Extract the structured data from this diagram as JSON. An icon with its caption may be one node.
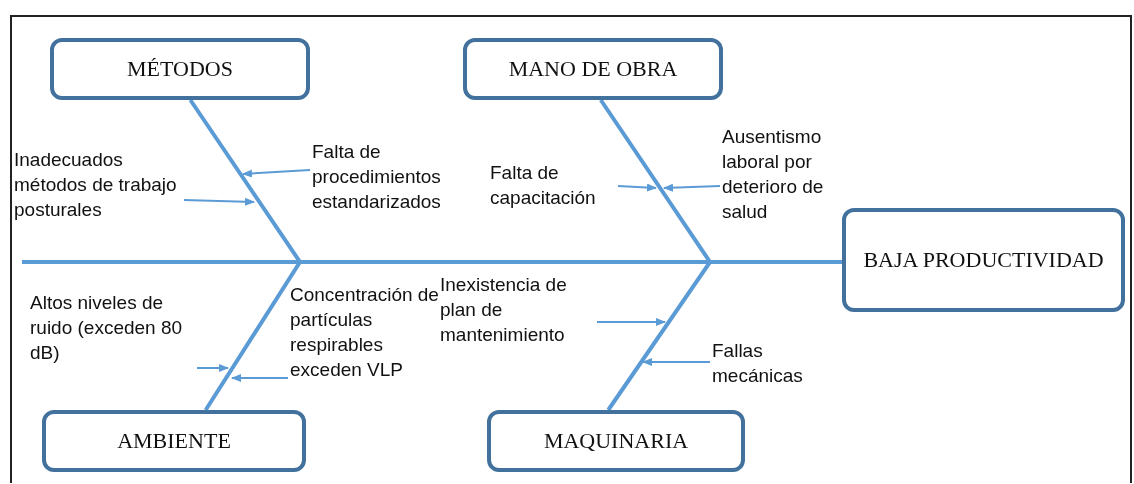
{
  "diagram": {
    "nodes": [
      {
        "text": [
          "MÉTODOS"
        ]
      },
      {
        "text": [
          "MANO DE OBRA"
        ]
      },
      {
        "text": [
          "BAJA PRODUCTIVIDAD"
        ]
      },
      {
        "text": [
          "AMBIENTE"
        ]
      },
      {
        "text": [
          "MAQUINARIA"
        ]
      },
      {
        "text": [
          "Inadecuados métodos de trabajo posturales"
        ]
      },
      {
        "text": [
          "Falta de procedimientos estandarizados"
        ]
      },
      {
        "text": [
          "Falta de capacitación"
        ]
      },
      {
        "text": [
          "Ausentismo laboral por deterioro de salud"
        ]
      },
      {
        "text": [
          "Altos niveles de ruido (exceden 80 dB)"
        ]
      },
      {
        "text": [
          "Concentración de partículas respirables exceden VLP"
        ]
      },
      {
        "text": [
          "Inexistencia de plan de mantenimiento"
        ]
      },
      {
        "text": [
          "Fallas mecánicas"
        ]
      }
    ],
    "edges": [
      {
        "from": 0,
        "to": 2,
        "arrow": "none",
        "style": "thick"
      },
      {
        "from": 1,
        "to": 2,
        "arrow": "none",
        "style": "thick"
      },
      {
        "from": 3,
        "to": 2,
        "arrow": "none",
        "style": "thick"
      },
      {
        "from": 4,
        "to": 2,
        "arrow": "none",
        "style": "thick"
      },
      {
        "from": 5,
        "to": null,
        "arrow": "to"
      },
      {
        "from": 6,
        "to": null,
        "arrow": "to"
      },
      {
        "from": 7,
        "to": null,
        "arrow": "to"
      },
      {
        "from": 8,
        "to": null,
        "arrow": "to"
      },
      {
        "from": 9,
        "to": null,
        "arrow": "to"
      },
      {
        "from": 10,
        "to": null,
        "arrow": "to"
      },
      {
        "from": 11,
        "to": null,
        "arrow": "to"
      },
      {
        "from": 12,
        "to": null,
        "arrow": "to"
      }
    ]
  }
}
